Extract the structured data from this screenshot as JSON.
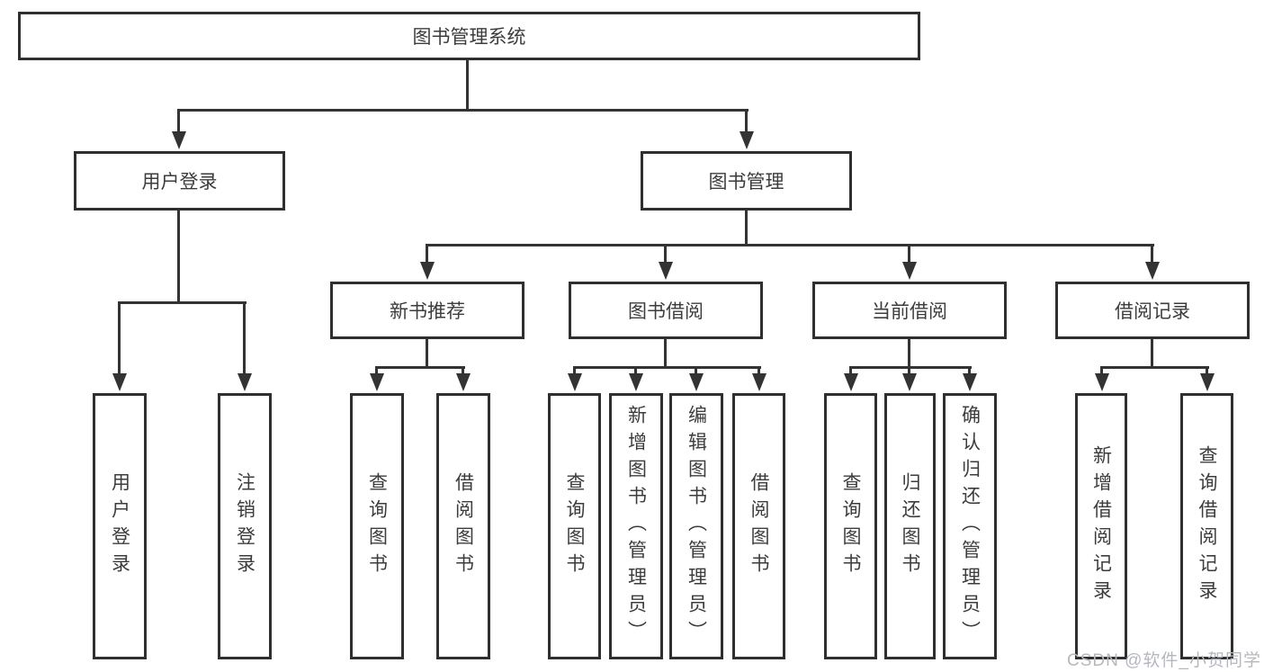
{
  "diagram": {
    "root": "图书管理系统",
    "level2": {
      "user_login": "用户登录",
      "book_management": "图书管理"
    },
    "level3": {
      "new_books": "新书推荐",
      "book_borrow": "图书借阅",
      "current_borrow": "当前借阅",
      "borrow_records": "借阅记录"
    },
    "leaves": {
      "user_login": "用户登录",
      "logout": "注销登录",
      "nb_query": "查询图书",
      "nb_borrow": "借阅图书",
      "bb_query": "查询图书",
      "bb_add": "新增图书（管理员）",
      "bb_edit": "编辑图书（管理员）",
      "bb_borrow": "借阅图书",
      "cb_query": "查询图书",
      "cb_return": "归还图书",
      "cb_confirm": "确认归还（管理员）",
      "br_add": "新增借阅记录",
      "br_query": "查询借阅记录"
    }
  },
  "watermark": "CSDN @软件_小贺同学",
  "colors": {
    "line": "#333333",
    "border": "#2f2f2f",
    "text": "#3c3c3c",
    "watermark": "#b4b8be",
    "background": "#ffffff"
  }
}
